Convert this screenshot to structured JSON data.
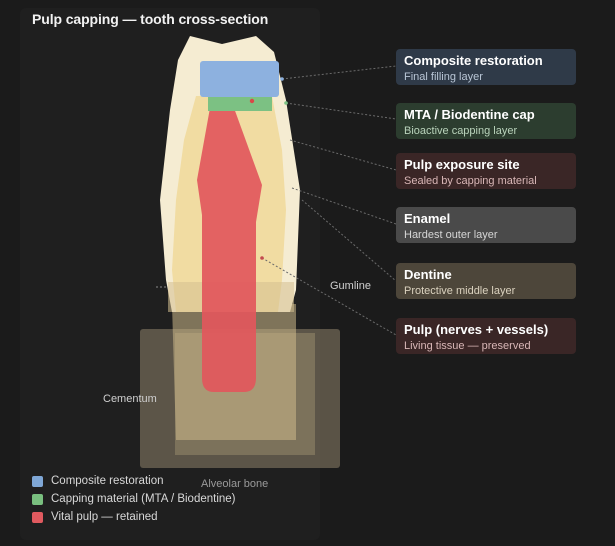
{
  "title": "Pulp capping — tooth cross-section",
  "callouts": [
    {
      "title": "Composite restoration",
      "subtitle": "Final filling layer",
      "bg": "#2f3a48",
      "sub_color": "#b9c6d6"
    },
    {
      "title": "MTA / Biodentine cap",
      "subtitle": "Bioactive capping layer",
      "bg": "#2c3d2f",
      "sub_color": "#b9d3bb"
    },
    {
      "title": "Pulp exposure site",
      "subtitle": "Sealed by capping material",
      "bg": "#3a2626",
      "sub_color": "#d9b7b7"
    },
    {
      "title": "Enamel",
      "subtitle": "Hardest outer layer",
      "bg": "#4a4a4a",
      "sub_color": "#d6d6d6"
    },
    {
      "title": "Dentine",
      "subtitle": "Protective middle layer",
      "bg": "#4d463a",
      "sub_color": "#dbd2bf"
    },
    {
      "title": "Pulp (nerves + vessels)",
      "subtitle": "Living tissue — preserved",
      "bg": "#3a2626",
      "sub_color": "#d9b7b7"
    }
  ],
  "labels": {
    "gumline": "Gumline",
    "cementum": "Cementum",
    "alveolar_bone": "Alveolar bone"
  },
  "legend": [
    {
      "label": "Composite restoration",
      "color": "#7fa7d6"
    },
    {
      "label": "Capping material (MTA / Biodentine)",
      "color": "#79bf7f"
    },
    {
      "label": "Vital pulp — retained",
      "color": "#e05a5f"
    }
  ],
  "colors": {
    "enamel": "#f5ecd2",
    "dentine": "#f1dca2",
    "pulp": "#e2575c",
    "composite": "#8db1df",
    "capping": "#7cc183",
    "bone": "#8e826a",
    "root": "#d9c79c",
    "leader": "#6b6b6b"
  }
}
